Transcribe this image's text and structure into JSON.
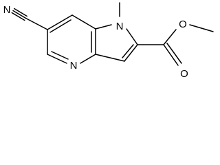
{
  "structure": {
    "atom_labels": {
      "nitrile_n": "N",
      "pyrrole_n": "N",
      "pyridine_n": "N",
      "ester_o_single": "O",
      "ester_o_double": "O"
    },
    "line_color": "#000000",
    "background": "#ffffff"
  }
}
